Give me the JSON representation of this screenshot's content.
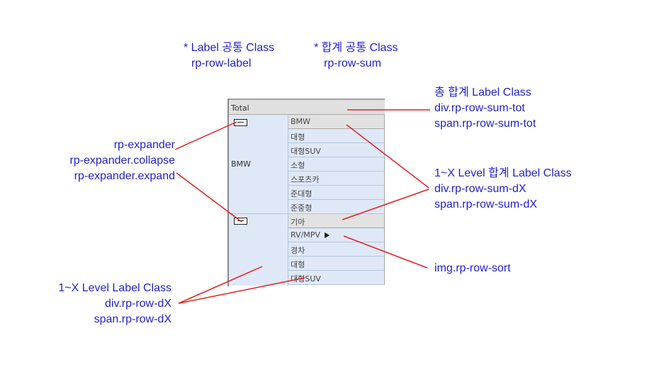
{
  "annotations": {
    "label_common": {
      "title": "* Label 공통 Class",
      "cls": "rp-row-label"
    },
    "sum_common": {
      "title": "* 합계 공통 Class",
      "cls": "rp-row-sum"
    },
    "total_label": {
      "title": "총 합계 Label Class",
      "line1": "div.rp-row-sum-tot",
      "line2": "span.rp-row-sum-tot"
    },
    "expander": {
      "line1": "rp-expander",
      "line2": "rp-expander.collapse",
      "line3": "rp-expander.expand"
    },
    "level_sum": {
      "title": "1~X Level 합계 Label Class",
      "line1": "div.rp-row-sum-dX",
      "line2": "span.rp-row-sum-dX"
    },
    "sort_img": {
      "text": "img.rp-row-sort"
    },
    "level_label": {
      "title": "1~X Level Label Class",
      "line1": "div.rp-row-dX",
      "line2": "span.rp-row-dX"
    }
  },
  "grid": {
    "total": "Total",
    "group1": {
      "label": "BMW",
      "rows": [
        "BMW",
        "대형",
        "대형SUV",
        "소형",
        "스포츠카",
        "준대형",
        "준중형"
      ]
    },
    "group2": {
      "label": "",
      "rows": [
        "기아",
        "RV/MPV",
        "경차",
        "대형",
        "대형SUV"
      ]
    }
  },
  "colors": {
    "annotation": "#2222cc",
    "arrow": "#e02020"
  }
}
